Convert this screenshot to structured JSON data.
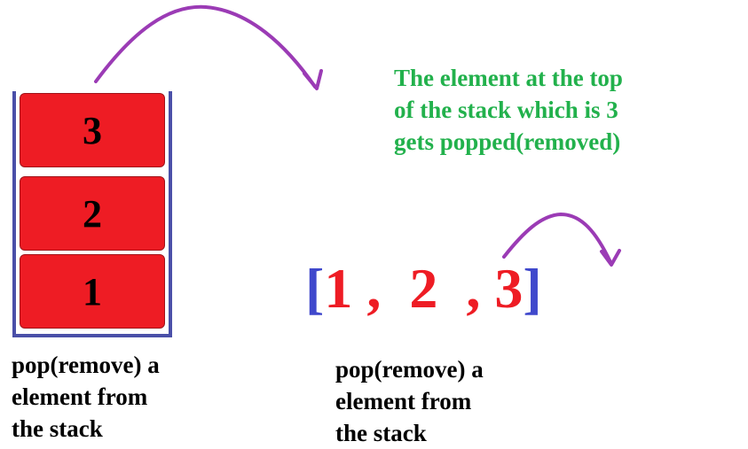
{
  "stack": {
    "items": [
      "3",
      "2",
      "1"
    ]
  },
  "captions": {
    "left": "pop(remove) a\nelement from\nthe stack",
    "right": "pop(remove) a\nelement from\nthe stack"
  },
  "note": "The element at the top\nof the stack which is 3\ngets popped(removed)",
  "array": {
    "open": "[",
    "close": "]",
    "items": [
      "1",
      "2",
      "3"
    ],
    "separators": [
      " ,  ",
      "  , "
    ]
  },
  "colors": {
    "block": "#ee1c24",
    "stack_border": "#4a4fa8",
    "arrow": "#9b3bb5",
    "note": "#22b14c",
    "bracket": "#3f48cc",
    "array_item": "#ee1c24"
  },
  "icons": [
    "curved-arrow-icon",
    "curved-arrow-icon"
  ]
}
